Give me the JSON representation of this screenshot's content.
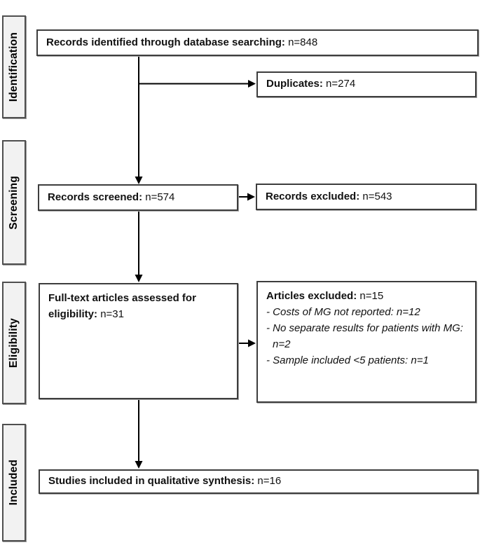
{
  "stages": [
    {
      "label": "Identification"
    },
    {
      "label": "Screening"
    },
    {
      "label": "Eligibility"
    },
    {
      "label": "Included"
    }
  ],
  "boxes": {
    "identified": {
      "label": "Records identified through database searching:",
      "value": "n=848"
    },
    "duplicates": {
      "label": "Duplicates:",
      "value": "n=274"
    },
    "screened": {
      "label": "Records screened:",
      "value": "n=574"
    },
    "records_excluded": {
      "label": "Records excluded:",
      "value": "n=543"
    },
    "fulltext": {
      "label": "Full-text articles assessed for eligibility:",
      "value": "n=31"
    },
    "articles_excluded": {
      "label": "Articles excluded:",
      "value": "n=15",
      "reasons": [
        "- Costs of MG not reported: n=12",
        "- No separate results for patients with MG: n=2",
        "- Sample included <5 patients: n=1"
      ]
    },
    "included": {
      "label": "Studies included in qualitative synthesis:",
      "value": "n=16"
    }
  },
  "colors": {
    "line": "#000000",
    "box_border": "#3d3d3d",
    "stage_fill": "#f2f2f2"
  }
}
